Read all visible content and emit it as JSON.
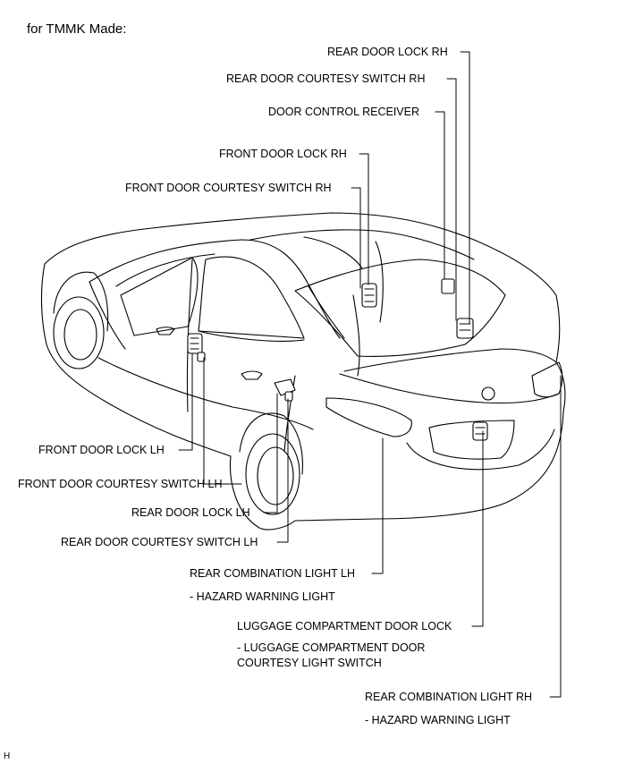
{
  "title": "for TMMK Made:",
  "corner_mark": "H",
  "labels": {
    "rear_door_lock_rh": "REAR DOOR LOCK RH",
    "rear_door_courtesy_switch_rh": "REAR DOOR COURTESY SWITCH RH",
    "door_control_receiver": "DOOR CONTROL RECEIVER",
    "front_door_lock_rh": "FRONT DOOR LOCK RH",
    "front_door_courtesy_switch_rh": "FRONT DOOR COURTESY SWITCH RH",
    "front_door_lock_lh": "FRONT DOOR LOCK LH",
    "front_door_courtesy_switch_lh": "FRONT DOOR COURTESY SWITCH LH",
    "rear_door_lock_lh": "REAR DOOR LOCK LH",
    "rear_door_courtesy_switch_lh": "REAR DOOR COURTESY SWITCH LH",
    "rear_combination_light_lh": "REAR COMBINATION LIGHT LH",
    "rear_combination_light_lh_sub": "- HAZARD WARNING LIGHT",
    "luggage_compartment_door_lock": "LUGGAGE COMPARTMENT DOOR LOCK",
    "luggage_sub_1": "- LUGGAGE COMPARTMENT DOOR",
    "luggage_sub_2": "COURTESY LIGHT SWITCH",
    "rear_combination_light_rh": "REAR COMBINATION LIGHT RH",
    "rear_combination_light_rh_sub": "- HAZARD WARNING LIGHT"
  }
}
